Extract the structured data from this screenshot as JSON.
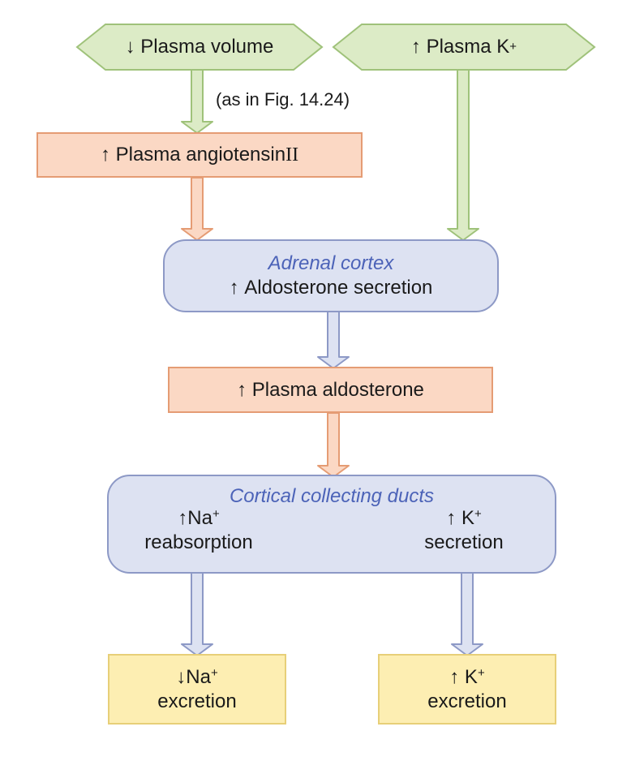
{
  "nodes": {
    "plasma_volume": {
      "arrow": "↓",
      "text": "Plasma volume"
    },
    "plasma_k": {
      "arrow": "↑",
      "text": "Plasma K",
      "sup": "+"
    },
    "angiotensin": {
      "arrow": "↑",
      "text": "Plasma angiotensin ",
      "numeral": "II"
    },
    "adrenal": {
      "organ": "Adrenal cortex",
      "arrow": "↑",
      "text": "Aldosterone secretion"
    },
    "aldosterone": {
      "arrow": "↑",
      "text": "Plasma aldosterone"
    },
    "collecting": {
      "organ": "Cortical collecting ducts",
      "left": {
        "arrow": "↑",
        "text": "Na",
        "sup": "+",
        "line2": "reabsorption"
      },
      "right": {
        "arrow": "↑",
        "text": "K",
        "sup": "+",
        "line2": "secretion"
      }
    },
    "na_excretion": {
      "arrow": "↓",
      "text": "Na",
      "sup": "+",
      "line2": "excretion"
    },
    "k_excretion": {
      "arrow": "↑",
      "text": " K",
      "sup": "+",
      "line2": "excretion"
    }
  },
  "annotation": "(as in Fig. 14.24)",
  "colors": {
    "green_fill": "#dcebc6",
    "green_stroke": "#9fc27a",
    "salmon_fill": "#fbd8c4",
    "salmon_stroke": "#e59c74",
    "lavender_fill": "#dde2f2",
    "lavender_stroke": "#8d99c6",
    "yellow_fill": "#fdeeb2",
    "yellow_stroke": "#e7cf78",
    "organ_text": "#4c63b8"
  }
}
